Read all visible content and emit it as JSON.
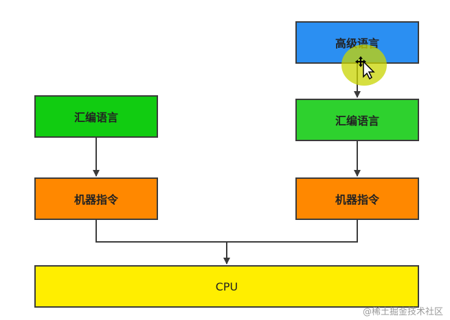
{
  "colors": {
    "blue": "#2b8ff2",
    "green_left": "#11cc11",
    "green_right": "#2ed12e",
    "orange": "#ff8800",
    "yellow": "#ffee00",
    "border": "#3a3a3a",
    "line": "#3a3a3a",
    "cursor_halo": "#c8d400"
  },
  "left": {
    "assembly_label": "汇编语言",
    "machine_label": "机器指令"
  },
  "right": {
    "high_level_label": "高级语言",
    "assembly_label": "汇编语言",
    "machine_label": "机器指令"
  },
  "cpu": {
    "label": "CPU"
  },
  "watermark": "@稀土掘金技术社区",
  "cursor_icon": "move-cursor-icon"
}
